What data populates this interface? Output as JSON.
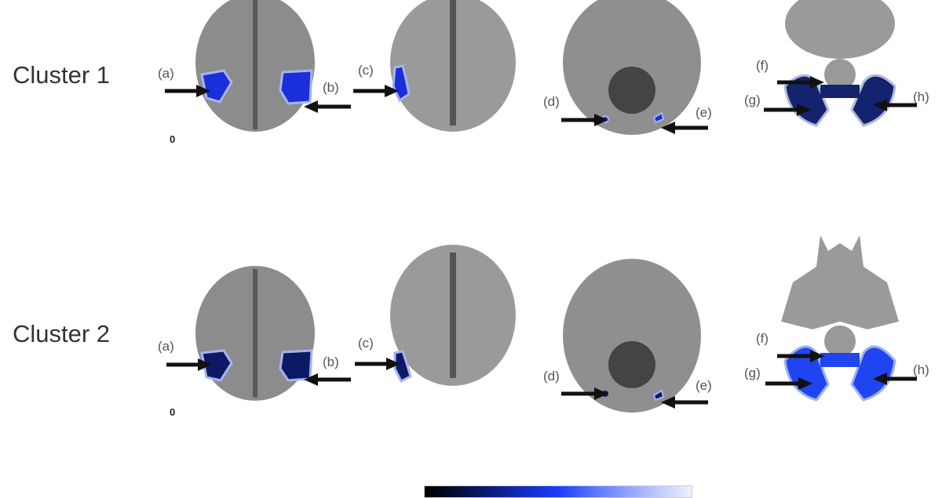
{
  "rows": [
    {
      "label": "Cluster 1",
      "fill": "#1a2fd9",
      "stray": "0",
      "panel_labels": {
        "a": "(a)",
        "b": "(b)",
        "c": "(c)",
        "d": "(d)",
        "e": "(e)",
        "f": "(f)",
        "g": "(g)",
        "h": "(h)"
      },
      "cerebellum_fill": "#14236e"
    },
    {
      "label": "Cluster 2",
      "fill": "#0c1a66",
      "stray": "0",
      "panel_labels": {
        "a": "(a)",
        "b": "(b)",
        "c": "(c)",
        "d": "(d)",
        "e": "(e)",
        "f": "(f)",
        "g": "(g)",
        "h": "(h)"
      },
      "cerebellum_fill": "#1f45f0"
    }
  ],
  "colorbar": {
    "stops": [
      "#000000",
      "#0a1660",
      "#1330d0",
      "#1a3cff",
      "#5f7cff",
      "#a9b8ff",
      "#eef1ff"
    ]
  }
}
